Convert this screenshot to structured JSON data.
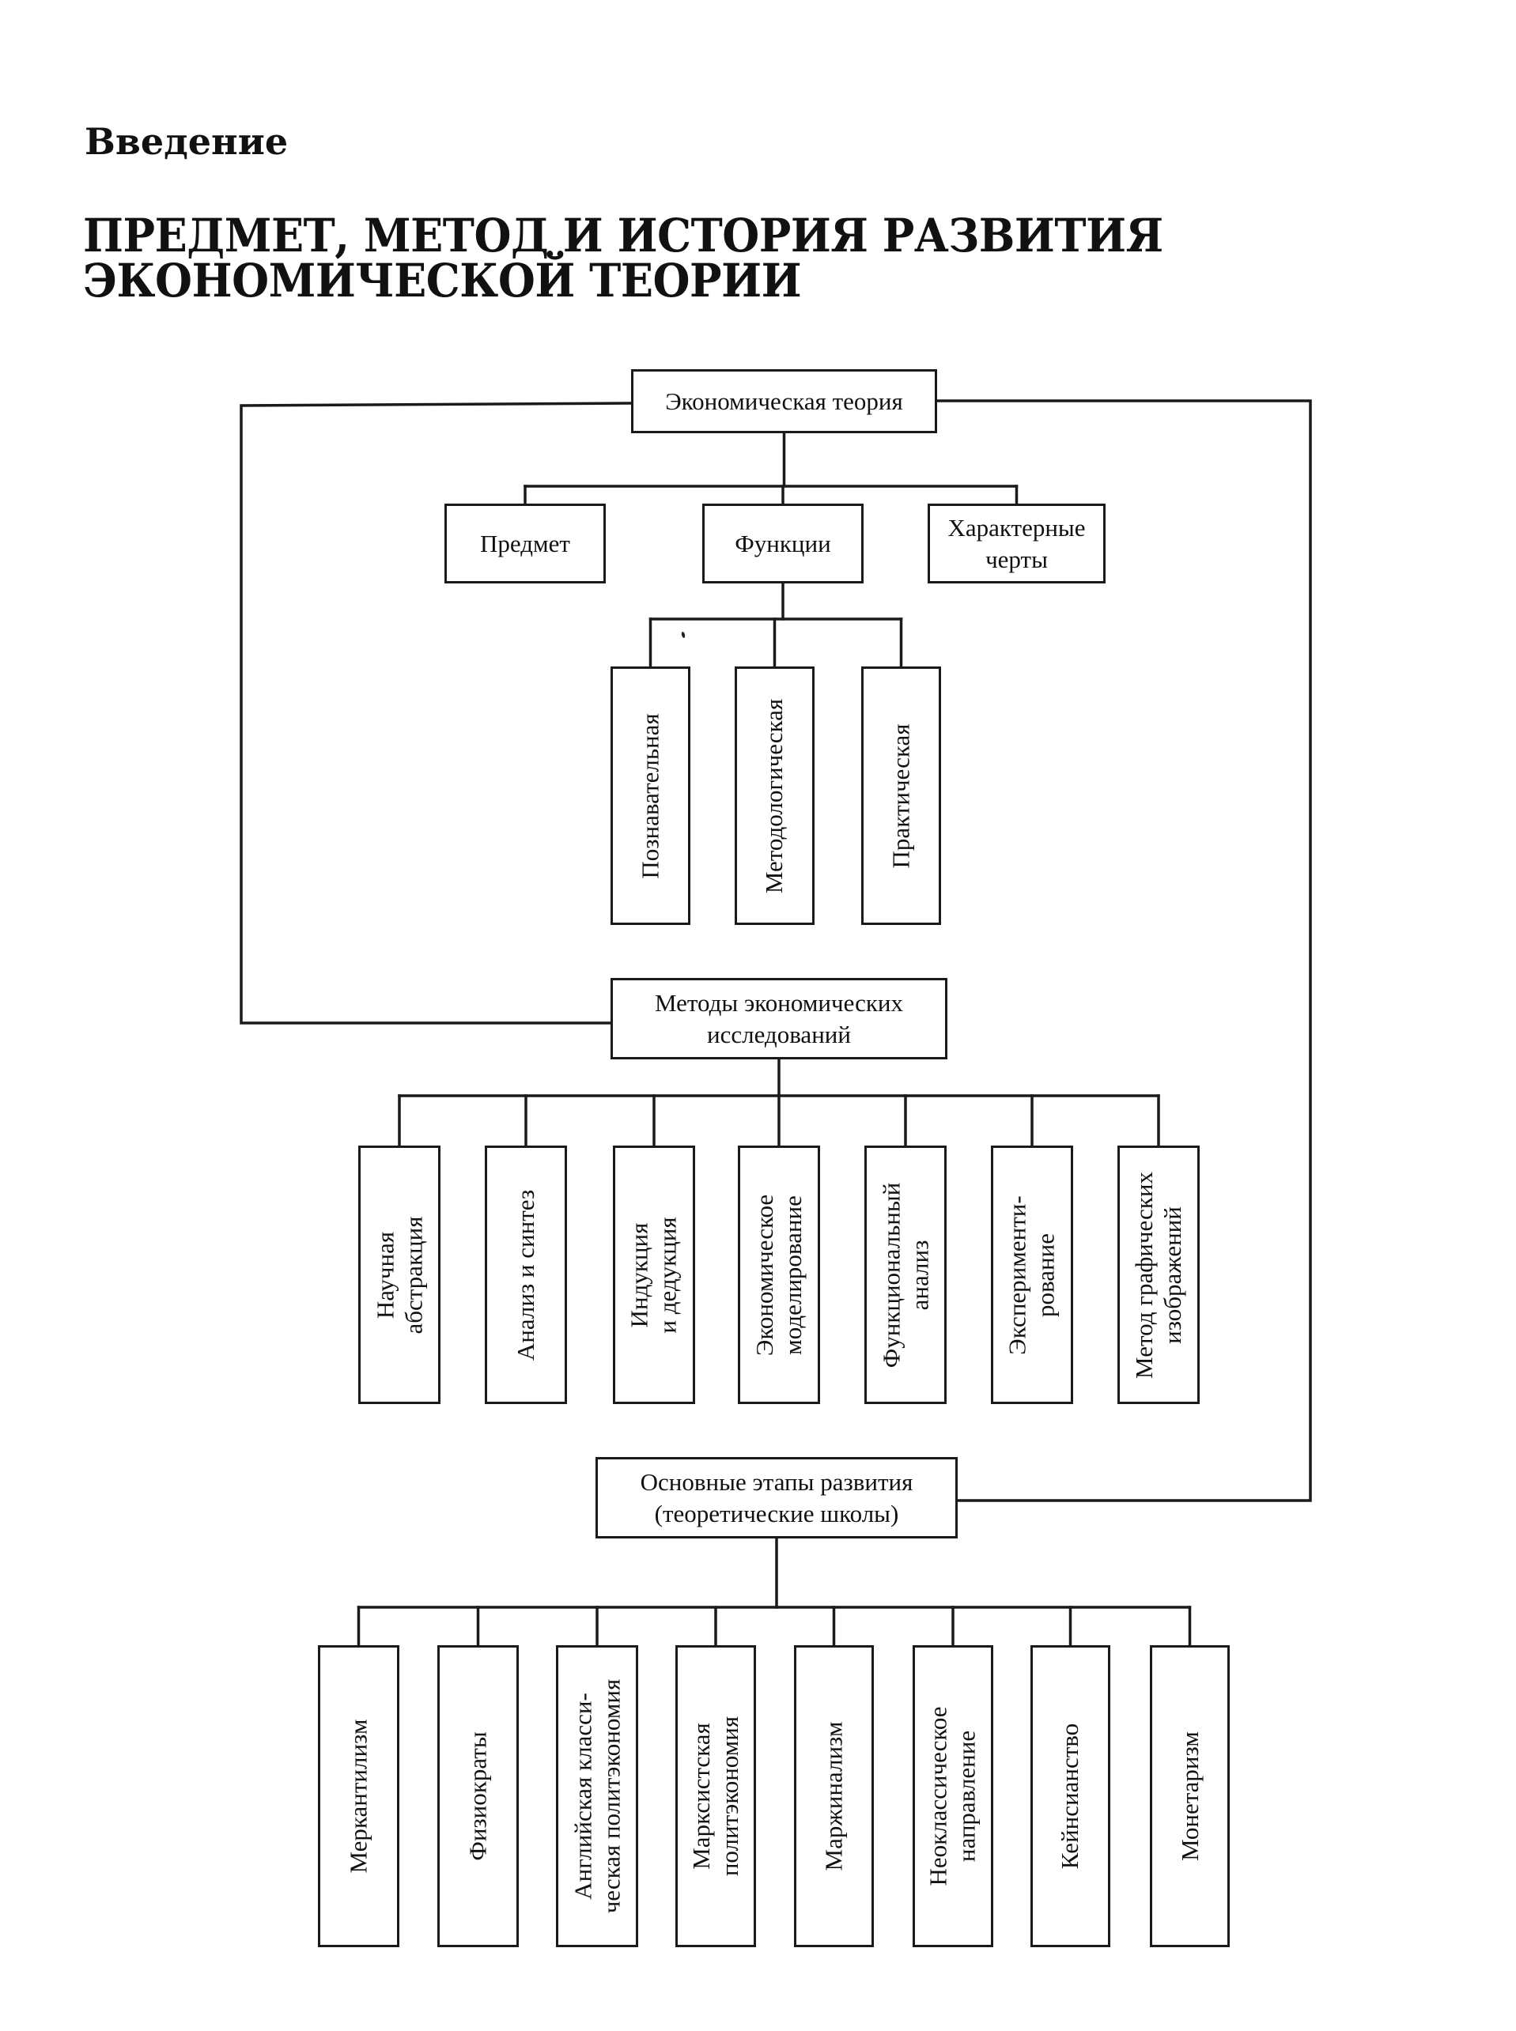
{
  "document": {
    "section_label": "Введение",
    "title": "ПРЕДМЕТ, МЕТОД И ИСТОРИЯ РАЗВИТИЯ ЭКОНОМИЧЕСКОЙ ТЕОРИИ"
  },
  "diagram": {
    "root": {
      "id": "root",
      "label": "Экономическая теория"
    },
    "level1": [
      {
        "id": "subject",
        "label": "Предмет"
      },
      {
        "id": "functions",
        "label": "Функции"
      },
      {
        "id": "features",
        "label": "Характерные\nчерты"
      }
    ],
    "functions": [
      {
        "id": "f1",
        "label": "Познавательная"
      },
      {
        "id": "f2",
        "label": "Методологическая"
      },
      {
        "id": "f3",
        "label": "Практическая"
      }
    ],
    "methods_hub": {
      "id": "methods",
      "label": "Методы экономических\nисследований"
    },
    "methods": [
      {
        "id": "m1",
        "label": "Научная\nабстракция"
      },
      {
        "id": "m2",
        "label": "Анализ и синтез"
      },
      {
        "id": "m3",
        "label": "Индукция\nи дедукция"
      },
      {
        "id": "m4",
        "label": "Экономическое\nмоделирование"
      },
      {
        "id": "m5",
        "label": "Функциональный\nанализ"
      },
      {
        "id": "m6",
        "label": "Эксперименти-\nрование"
      },
      {
        "id": "m7",
        "label": "Метод графических\nизображений"
      }
    ],
    "stages_hub": {
      "id": "stages",
      "label": "Основные этапы развития\n(теоретические школы)"
    },
    "schools": [
      {
        "id": "s1",
        "label": "Меркантилизм"
      },
      {
        "id": "s2",
        "label": "Физиократы"
      },
      {
        "id": "s3",
        "label": "Английская класси-\nческая политэкономия"
      },
      {
        "id": "s4",
        "label": "Марксистская\nполитэкономия"
      },
      {
        "id": "s5",
        "label": "Маржинализм"
      },
      {
        "id": "s6",
        "label": "Неоклассическое\nнаправление"
      },
      {
        "id": "s7",
        "label": "Кейнсианство"
      },
      {
        "id": "s8",
        "label": "Монетаризм"
      }
    ],
    "edges": [
      [
        "root",
        "subject"
      ],
      [
        "root",
        "functions"
      ],
      [
        "root",
        "features"
      ],
      [
        "functions",
        "f1"
      ],
      [
        "functions",
        "f2"
      ],
      [
        "functions",
        "f3"
      ],
      [
        "root",
        "methods"
      ],
      [
        "methods",
        "m1"
      ],
      [
        "methods",
        "m2"
      ],
      [
        "methods",
        "m3"
      ],
      [
        "methods",
        "m4"
      ],
      [
        "methods",
        "m5"
      ],
      [
        "methods",
        "m6"
      ],
      [
        "methods",
        "m7"
      ],
      [
        "root",
        "stages"
      ],
      [
        "stages",
        "s1"
      ],
      [
        "stages",
        "s2"
      ],
      [
        "stages",
        "s3"
      ],
      [
        "stages",
        "s4"
      ],
      [
        "stages",
        "s5"
      ],
      [
        "stages",
        "s6"
      ],
      [
        "stages",
        "s7"
      ],
      [
        "stages",
        "s8"
      ]
    ]
  }
}
